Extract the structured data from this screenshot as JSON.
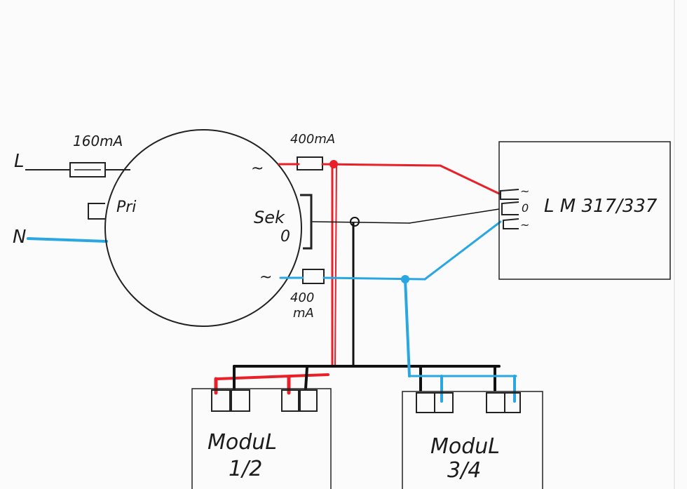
{
  "labels": {
    "line_in": "L",
    "neutral_in": "N",
    "fuse_primary": "160mA",
    "primary": "Pri",
    "fuse_secondary_top": "400mA",
    "secondary": "Sek",
    "center_tap": "0",
    "ac_top": "~",
    "ac_bottom": "~",
    "fuse_secondary_bottom_value": "400",
    "fuse_secondary_bottom_unit": "mA",
    "meter_ac_top": "~",
    "meter_zero": "0",
    "meter_ac_bottom": "~",
    "meter_name": "L M 317/337",
    "module_a_line1": "ModuL",
    "module_a_line2": "1/2",
    "module_b_line1": "ModuL",
    "module_b_line2": "3/4"
  },
  "colors": {
    "pencil": "#222222",
    "black_wire": "#111111",
    "red_wire": "#e8202a",
    "blue_wire": "#2aa6e0",
    "paper": "#fbfbfb"
  }
}
